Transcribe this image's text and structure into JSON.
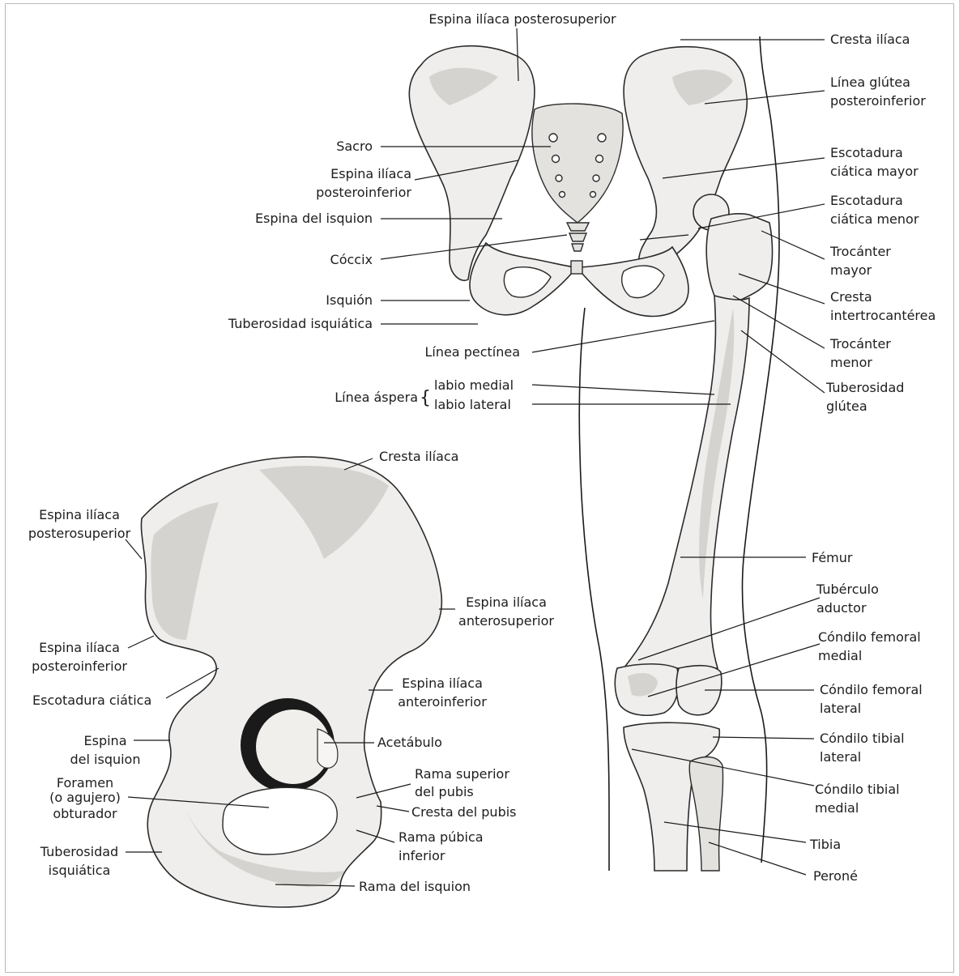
{
  "posterior_view_labels": {
    "espina_iliaca_posterosuperior": "Espina ilíaca posterosuperior",
    "cresta_iliaca": "Cresta ilíaca",
    "linea_glutea_1": "Línea glútea",
    "linea_glutea_2": "posteroinferior",
    "sacro": "Sacro",
    "espina_iliaca_posteroinferior_1": "Espina ilíaca",
    "espina_iliaca_posteroinferior_2": "posteroinferior",
    "escotadura_ciatica_mayor_1": "Escotadura",
    "escotadura_ciatica_mayor_2": "ciática mayor",
    "espina_del_isquion": "Espina del isquion",
    "escotadura_ciatica_menor_1": "Escotadura",
    "escotadura_ciatica_menor_2": "ciática menor",
    "trocanter_mayor_1": "Trocánter",
    "trocanter_mayor_2": "mayor",
    "coccix": "Cóccix",
    "cresta_intertrocanterea_1": "Cresta",
    "cresta_intertrocanterea_2": "intertrocantérea",
    "isquion": "Isquión",
    "tuberosidad_isquiatica": "Tuberosidad isquiática",
    "trocanter_menor_1": "Trocánter",
    "trocanter_menor_2": "menor",
    "linea_pectinea": "Línea pectínea",
    "tuberosidad_glutea_1": "Tuberosidad",
    "tuberosidad_glutea_2": "glútea",
    "linea_aspera": "Línea áspera",
    "labio_medial": "labio medial",
    "labio_lateral": "labio lateral",
    "femur": "Fémur",
    "tuberculo_aductor_1": "Tubérculo",
    "tuberculo_aductor_2": "aductor",
    "condilo_femoral_medial_1": "Cóndilo femoral",
    "condilo_femoral_medial_2": "medial",
    "condilo_femoral_lateral_1": "Cóndilo femoral",
    "condilo_femoral_lateral_2": "lateral",
    "condilo_tibial_lateral_1": "Cóndilo tibial",
    "condilo_tibial_lateral_2": "lateral",
    "condilo_tibial_medial_1": "Cóndilo tibial",
    "condilo_tibial_medial_2": "medial",
    "tibia": "Tibia",
    "perone": "Peroné"
  },
  "lateral_view_labels": {
    "cresta_iliaca": "Cresta ilíaca",
    "espina_iliaca_posterosuperior_1": "Espina ilíaca",
    "espina_iliaca_posterosuperior_2": "posterosuperior",
    "espina_iliaca_anterosuperior_1": "Espina ilíaca",
    "espina_iliaca_anterosuperior_2": "anterosuperior",
    "espina_iliaca_posteroinferior_1": "Espina ilíaca",
    "espina_iliaca_posteroinferior_2": "posteroinferior",
    "escotadura_ciatica": "Escotadura ciática",
    "espina_iliaca_anteroinferior_1": "Espina ilíaca",
    "espina_iliaca_anteroinferior_2": "anteroinferior",
    "espina_del_isquion_1": "Espina",
    "espina_del_isquion_2": "del isquion",
    "acetabulo": "Acetábulo",
    "foramen_1": "Foramen",
    "foramen_2": "(o agujero)",
    "foramen_3": "obturador",
    "rama_superior_pubis_1": "Rama superior",
    "rama_superior_pubis_2": "del pubis",
    "cresta_del_pubis": "Cresta del pubis",
    "tuberosidad_isquiatica_1": "Tuberosidad",
    "tuberosidad_isquiatica_2": "isquiática",
    "rama_pubica_inferior_1": "Rama púbica",
    "rama_pubica_inferior_2": "inferior",
    "rama_del_isquion": "Rama del isquion"
  },
  "palette": {
    "bone": "#efeeec",
    "bone_shadow": "#d4d3cf",
    "ink": "#1d1d1d",
    "background": "#ffffff"
  }
}
